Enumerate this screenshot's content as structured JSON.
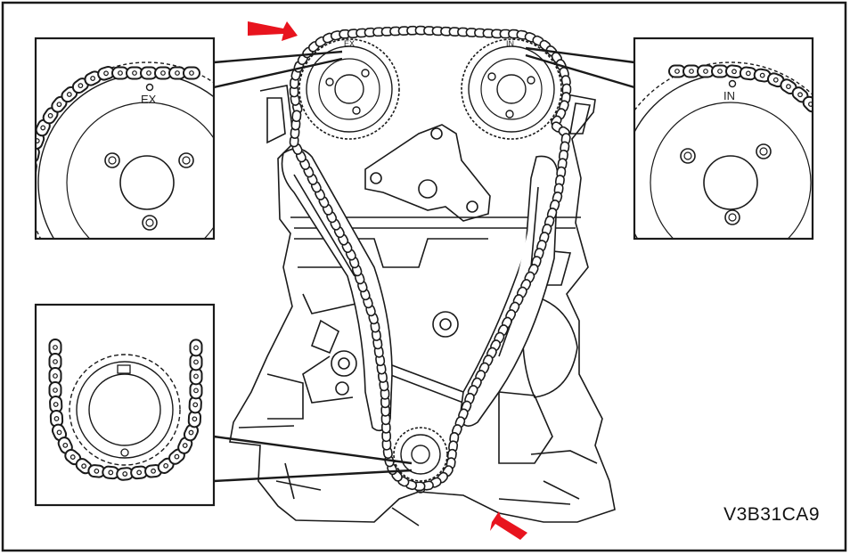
{
  "figure_code": "V3B31CA9",
  "labels": {
    "exhaust_mark": "EX",
    "intake_mark": "IN"
  },
  "colors": {
    "line": "#1a1a1a",
    "background": "#ffffff",
    "arrow": "#e8141e"
  },
  "markers": [
    {
      "id": "top-arrow",
      "meaning": "chain timing mark"
    },
    {
      "id": "bottom-arrow",
      "meaning": "chain timing mark"
    }
  ]
}
